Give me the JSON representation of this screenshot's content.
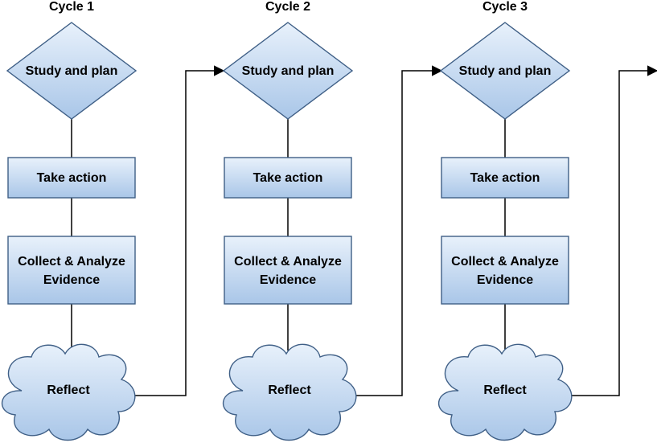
{
  "cycles": [
    {
      "title": "Cycle 1",
      "plan": "Study and plan",
      "action": "Take action",
      "collect_line1": "Collect & Analyze",
      "collect_line2": "Evidence",
      "reflect": "Reflect"
    },
    {
      "title": "Cycle 2",
      "plan": "Study and plan",
      "action": "Take action",
      "collect_line1": "Collect & Analyze",
      "collect_line2": "Evidence",
      "reflect": "Reflect"
    },
    {
      "title": "Cycle 3",
      "plan": "Study and plan",
      "action": "Take action",
      "collect_line1": "Collect & Analyze",
      "collect_line2": "Evidence",
      "reflect": "Reflect"
    }
  ],
  "colors": {
    "fill_top": "#e8f1fb",
    "fill_bottom": "#a9c6e8",
    "stroke": "#3f5f86",
    "connector": "#000000"
  }
}
